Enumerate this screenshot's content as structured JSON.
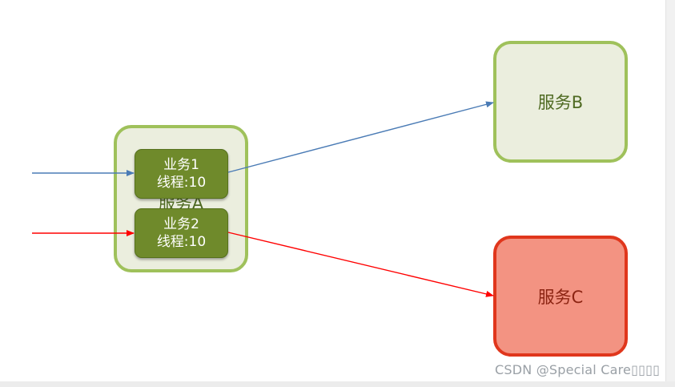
{
  "diagram": {
    "service_a": {
      "label": "服务A"
    },
    "service_b": {
      "label": "服务B"
    },
    "service_c": {
      "label": "服务C"
    },
    "business_1": {
      "name": "业务1",
      "threads": "线程:10"
    },
    "business_2": {
      "name": "业务2",
      "threads": "线程:10"
    }
  },
  "colors": {
    "healthy_fill": "#ebeede",
    "healthy_border": "#9fc15b",
    "failing_fill": "#f39382",
    "failing_border": "#e0361c",
    "business_fill": "#6f8a2b",
    "blue_arrow": "#4a7bb5",
    "red_arrow": "#ff0000"
  },
  "watermark": "CSDN @Special Care▯▯▯▯"
}
